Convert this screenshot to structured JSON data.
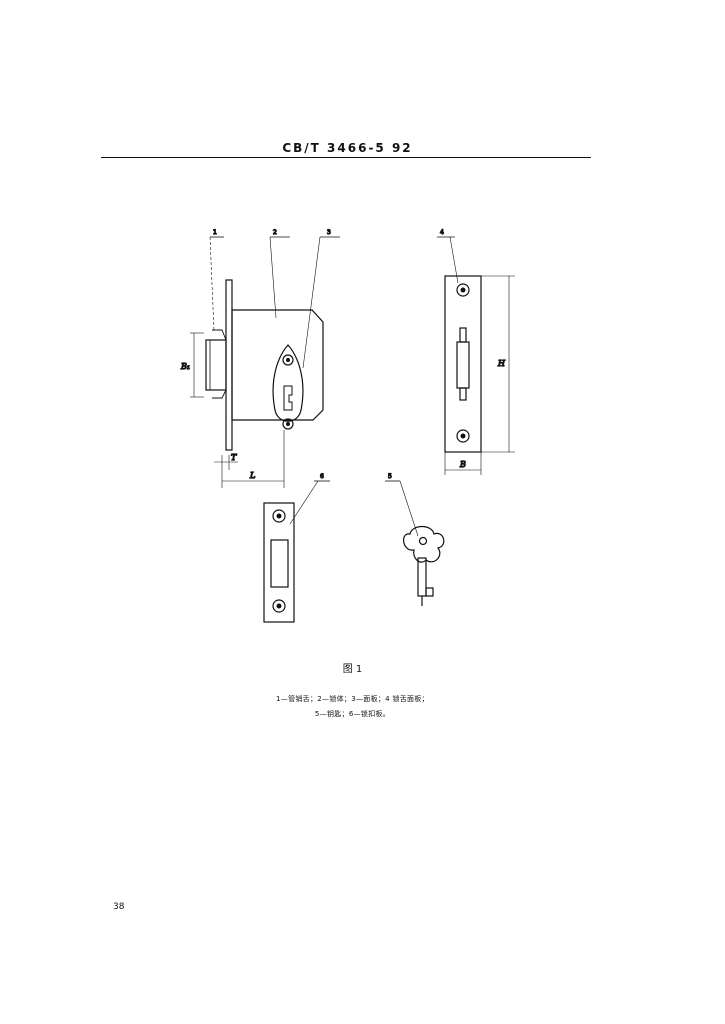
{
  "header": {
    "standard_code": "CB/T 3466-5  92"
  },
  "figure": {
    "caption": "图 1",
    "part_labels": [
      "1",
      "2",
      "3",
      "4",
      "6",
      "5"
    ],
    "dimension_labels": {
      "b1": "B₁",
      "t": "T",
      "l": "L",
      "h": "H",
      "b": "B"
    }
  },
  "legend": {
    "line1": "1—管销舌；2—锁体；3—面板；4  锁舌面板；",
    "line2": "5—钥匙；6—锁扣板。"
  },
  "page": {
    "number": "38"
  }
}
